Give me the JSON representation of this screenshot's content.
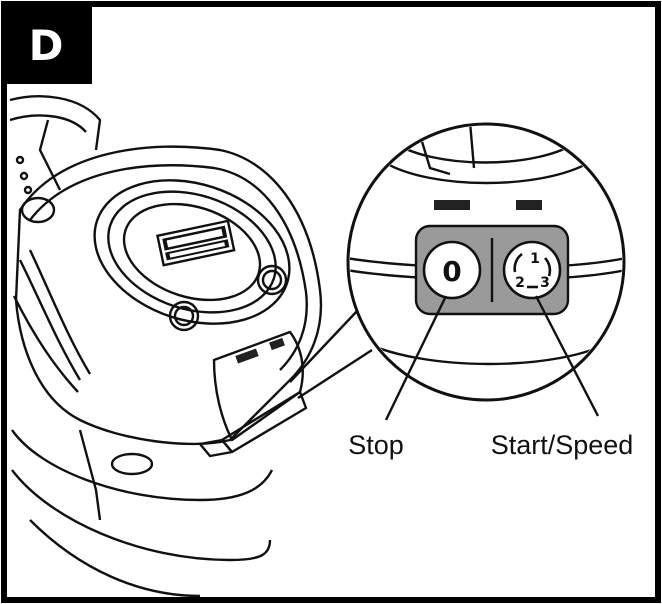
{
  "panel": {
    "letter": "D"
  },
  "callouts": {
    "stop": "Stop",
    "start_speed": "Start/Speed"
  },
  "buttons": {
    "stop_glyph": "0",
    "speed_1": "1",
    "speed_2": "2",
    "speed_3": "3"
  },
  "colors": {
    "frame": "#000000",
    "line": "#111111",
    "button_panel": "#9a9a9a",
    "paper": "#ffffff"
  }
}
